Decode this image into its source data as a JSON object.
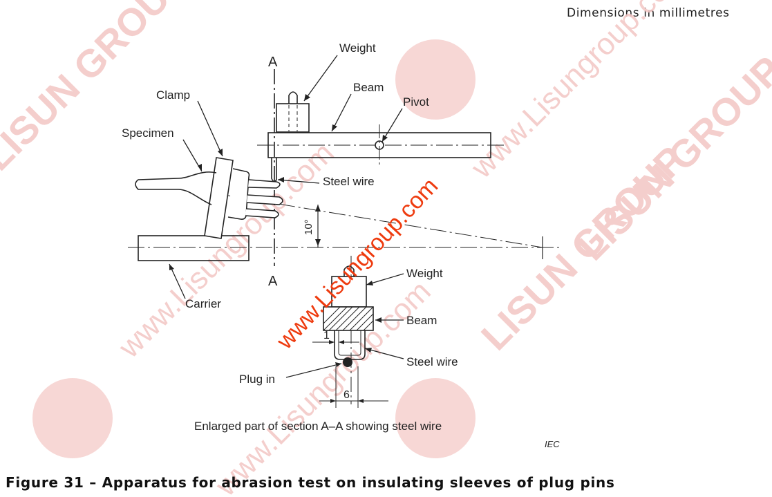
{
  "header": {
    "dimensions_note": "Dimensions in millimetres"
  },
  "labels": {
    "weight_top": "Weight",
    "beam_top": "Beam",
    "pivot": "Pivot",
    "clamp": "Clamp",
    "specimen": "Specimen",
    "steel_wire_top": "Steel wire",
    "carrier": "Carrier",
    "section_a_top": "A",
    "section_a_bottom": "A",
    "angle": "10°",
    "weight_section": "Weight",
    "beam_section": "Beam",
    "steel_wire_section": "Steel wire",
    "plug_in": "Plug in",
    "dim_1": "1",
    "dim_6": "6",
    "section_caption": "Enlarged part of section A–A showing steel wire",
    "iec": "IEC"
  },
  "watermark": {
    "diagonal_text": "www.Lisungroup.com",
    "repeat_text_1": "LISUN GROUP",
    "repeat_text_2": "www.Lisungroup.com",
    "accent_color": "#ee3b0f",
    "faded_color": "#f4c4c2"
  },
  "footer": {
    "figure_caption": "Figure 31 – Apparatus for abrasion test on insulating sleeves of plug pins"
  }
}
